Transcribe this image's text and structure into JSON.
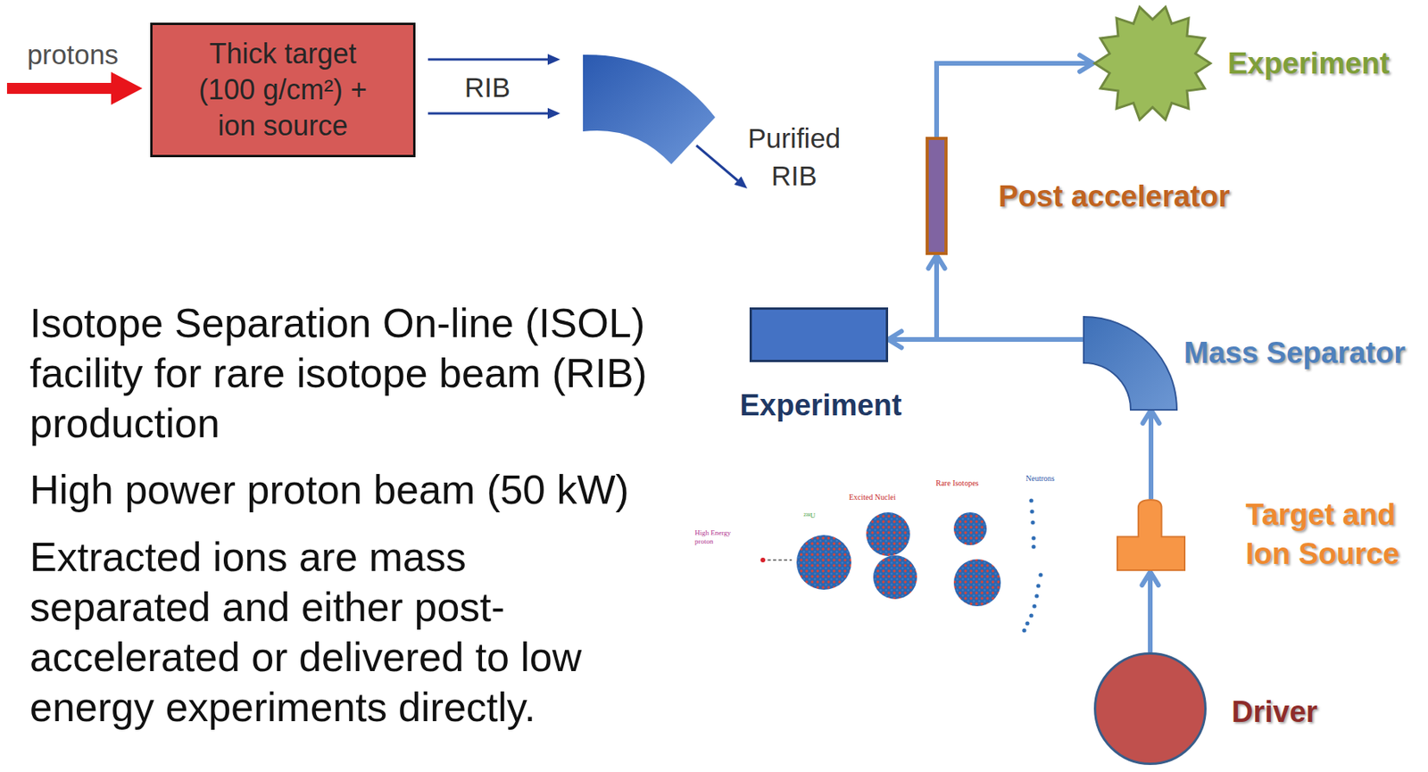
{
  "diagram": {
    "nodes": [
      {
        "text": [
          "Thick target (100 g/cm²) + ion source"
        ]
      },
      {
        "text": [
          "Experiment"
        ]
      },
      {
        "text": [
          "Post accelerator"
        ]
      },
      {
        "text": [
          "Experiment"
        ]
      },
      {
        "text": [
          "Mass Separator"
        ]
      },
      {
        "text": [
          "Target and Ion Source"
        ]
      },
      {
        "text": [
          "Driver"
        ]
      }
    ],
    "edges": [
      {
        "from": 6,
        "to": 5,
        "arrow": "to"
      },
      {
        "from": 5,
        "to": 4,
        "arrow": "to"
      },
      {
        "from": 4,
        "to": 3,
        "arrow": "to"
      },
      {
        "from": 4,
        "to": 2,
        "arrow": "to"
      },
      {
        "from": 2,
        "to": 1,
        "arrow": "to"
      }
    ],
    "labels": [
      "protons",
      "RIB",
      "Purified RIB",
      "Isotope Separation On-line (ISOL) facility for rare isotope beam (RIB) production",
      "High power proton beam (50 kW)",
      "Extracted ions are mass separated and either post-accelerated or delivered to low energy experiments directly.",
      "High Energy proton",
      "²³⁸U",
      "Excited Nuclei",
      "Rare Isotopes",
      "Neutrons"
    ]
  }
}
